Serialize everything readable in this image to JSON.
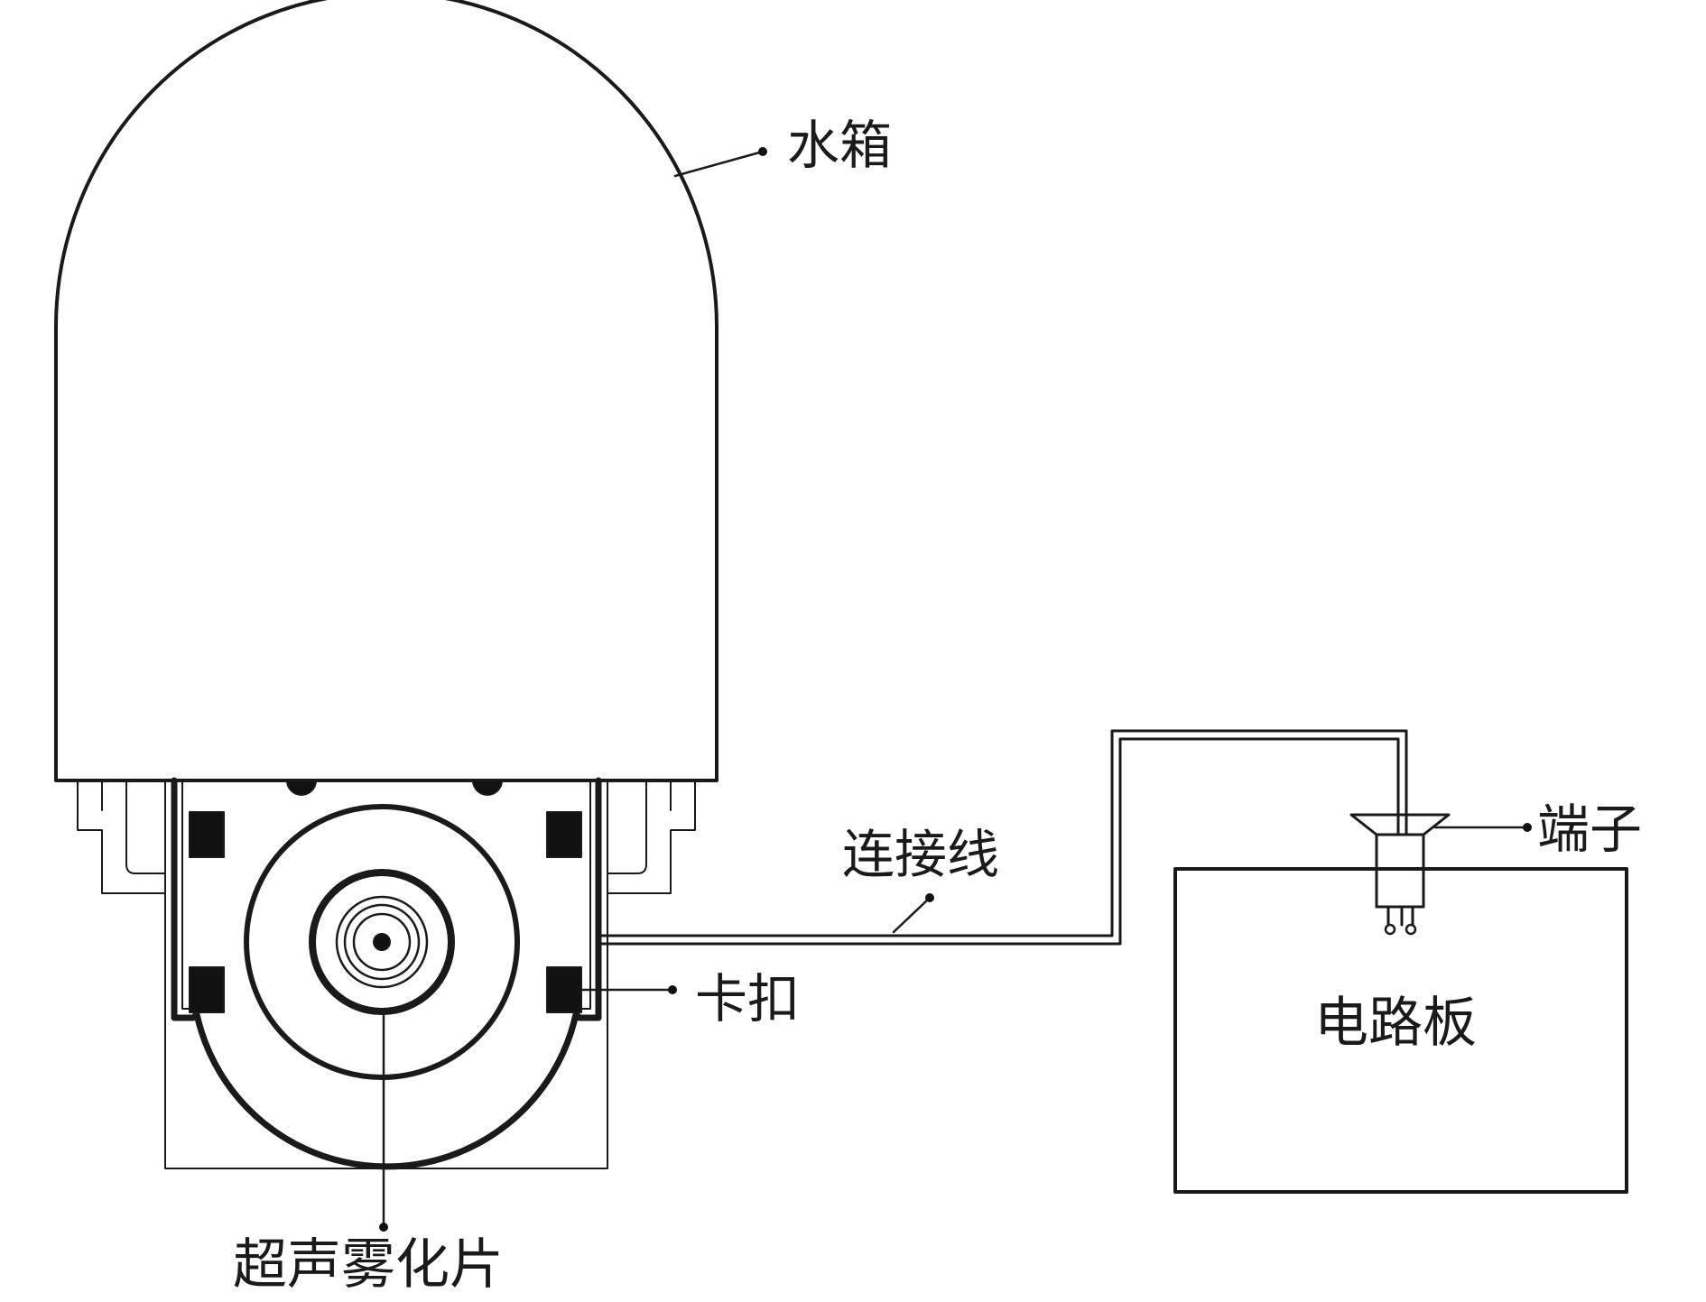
{
  "labels": {
    "water_tank": "水箱",
    "terminal": "端子",
    "connecting_wire": "连接线",
    "clip": "卡扣",
    "circuit_board": "电路板",
    "ultrasonic_atomizer": "超声雾化片"
  },
  "colors": {
    "stroke": "#1a1a1a",
    "fill_dark": "#111111",
    "background": "#ffffff"
  }
}
